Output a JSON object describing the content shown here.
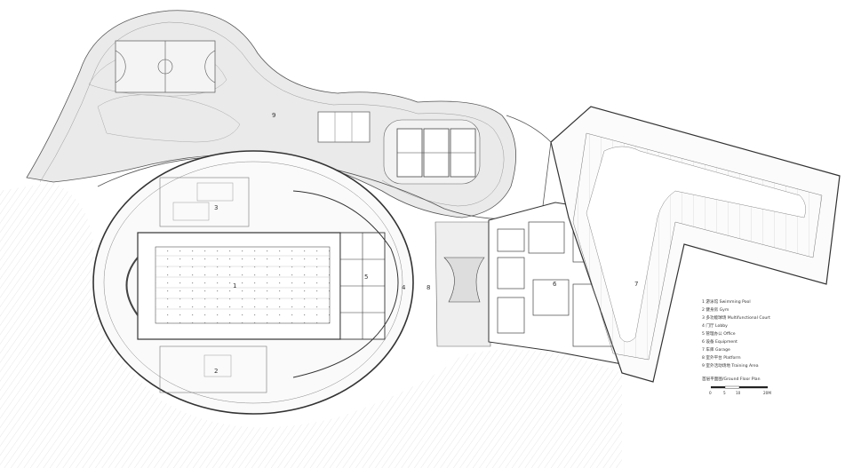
{
  "area_labels": [
    {
      "id": "1",
      "text": "1"
    },
    {
      "id": "2",
      "text": "2"
    },
    {
      "id": "3",
      "text": "3"
    },
    {
      "id": "4",
      "text": "4"
    },
    {
      "id": "5",
      "text": "5"
    },
    {
      "id": "6",
      "text": "6"
    },
    {
      "id": "7",
      "text": "7"
    },
    {
      "id": "8",
      "text": "8"
    },
    {
      "id": "9",
      "text": "9"
    }
  ],
  "legend": {
    "items": [
      "1 游泳馆  Swimming Pool",
      "2 健身房  Gym",
      "3 多功能球场  Multifunctional Court",
      "4 门厅  Lobby",
      "5 管理办公  Office",
      "6 设备  Equipment",
      "7 车库  Garage",
      "8 室外平台  Platform",
      "9 室外活动场地  Training Area"
    ],
    "title": "首层平面图/Ground Floor Plan",
    "scale_ticks": [
      "0",
      "5",
      "10",
      "20M"
    ]
  }
}
